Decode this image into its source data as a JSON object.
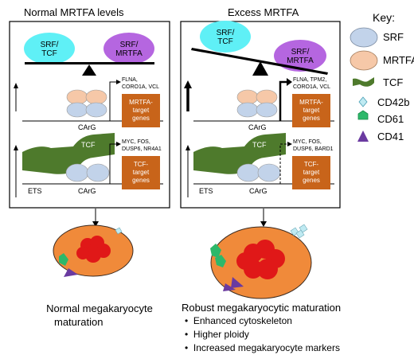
{
  "left_panel": {
    "title": "Normal MRTFA levels",
    "seesaw_left": [
      "SRF/",
      "TCF"
    ],
    "seesaw_right": [
      "SRF/",
      "MRTFA"
    ],
    "mrtfa_genes_text": [
      "FLNA,",
      "CORO1A, VCL"
    ],
    "carg_label": "CArG",
    "mrtfa_box": [
      "MRTFA-",
      "target",
      "genes"
    ],
    "tcf_genes_text": [
      "MYC, FOS,",
      "DUSP6, NR4A1"
    ],
    "tcf_label": "TCF",
    "ets_label": "ETS",
    "carg_label_2": "CArG",
    "tcf_box": [
      "TCF-",
      "target",
      "genes"
    ]
  },
  "right_panel": {
    "title": "Excess MRTFA",
    "seesaw_left": [
      "SRF/",
      "TCF"
    ],
    "seesaw_right": [
      "SRF/",
      "MRTFA"
    ],
    "mrtfa_genes_text": [
      "FLNA, TPM2,",
      "CORO1A, VCL"
    ],
    "carg_label": "CArG",
    "mrtfa_box": [
      "MRTFA-",
      "target",
      "genes"
    ],
    "tcf_genes_text": [
      "MYC, FOS,",
      "DUSP6, BARD1"
    ],
    "tcf_label": "TCF",
    "ets_label": "ETS",
    "carg_label_2": "CArG",
    "tcf_box": [
      "TCF-",
      "target",
      "genes"
    ]
  },
  "key": {
    "title": "Key:",
    "items": [
      {
        "label": "SRF",
        "icon": "srf-ellipse-icon",
        "color": "#c2d3ea"
      },
      {
        "label": "MRTFA",
        "icon": "mrtfa-ellipse-icon",
        "color": "#f6c8a8"
      },
      {
        "label": "TCF",
        "icon": "tcf-ribbon-icon",
        "color": "#4e7a2c"
      },
      {
        "label": "CD42b",
        "icon": "diamond-icon",
        "color": "#bfeaf2"
      },
      {
        "label": "CD61",
        "icon": "pentagon-icon",
        "color": "#2db86a"
      },
      {
        "label": "CD41",
        "icon": "triangle-icon",
        "color": "#6a3aa0"
      }
    ]
  },
  "captions": {
    "left": [
      "Normal megakaryocyte",
      "maturation"
    ],
    "right_heading": "Robust megakaryocytic maturation",
    "right_bullets": [
      "Enhanced cytoskeleton",
      "Higher ploidy",
      "Increased megakaryocyte markers"
    ]
  },
  "colors": {
    "srf": "#c2d3ea",
    "mrtfa": "#f6c8a8",
    "tcf": "#4e7a2c",
    "seesaw_tcf": "#5ff0f6",
    "seesaw_mrtfa": "#b566e0",
    "gene_box": "#c8641a",
    "cell": "#f08a3a",
    "nuclei": "#e01818"
  }
}
